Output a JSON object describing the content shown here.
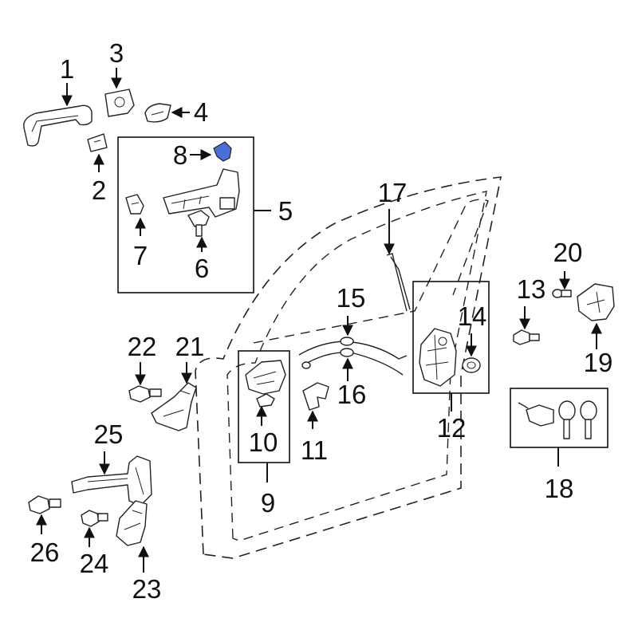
{
  "colors": {
    "line": "#111111",
    "highlight": "#4a6fd8",
    "background": "#ffffff"
  },
  "callouts": [
    {
      "id": "1",
      "label": "1"
    },
    {
      "id": "2",
      "label": "2"
    },
    {
      "id": "3",
      "label": "3"
    },
    {
      "id": "4",
      "label": "4"
    },
    {
      "id": "5",
      "label": "5"
    },
    {
      "id": "6",
      "label": "6"
    },
    {
      "id": "7",
      "label": "7"
    },
    {
      "id": "8",
      "label": "8"
    },
    {
      "id": "9",
      "label": "9"
    },
    {
      "id": "10",
      "label": "10"
    },
    {
      "id": "11",
      "label": "11"
    },
    {
      "id": "12",
      "label": "12"
    },
    {
      "id": "13",
      "label": "13"
    },
    {
      "id": "14",
      "label": "14"
    },
    {
      "id": "15",
      "label": "15"
    },
    {
      "id": "16",
      "label": "16"
    },
    {
      "id": "17",
      "label": "17"
    },
    {
      "id": "18",
      "label": "18"
    },
    {
      "id": "19",
      "label": "19"
    },
    {
      "id": "20",
      "label": "20"
    },
    {
      "id": "21",
      "label": "21"
    },
    {
      "id": "22",
      "label": "22"
    },
    {
      "id": "23",
      "label": "23"
    },
    {
      "id": "24",
      "label": "24"
    },
    {
      "id": "25",
      "label": "25"
    },
    {
      "id": "26",
      "label": "26"
    }
  ],
  "highlighted_part": "8"
}
